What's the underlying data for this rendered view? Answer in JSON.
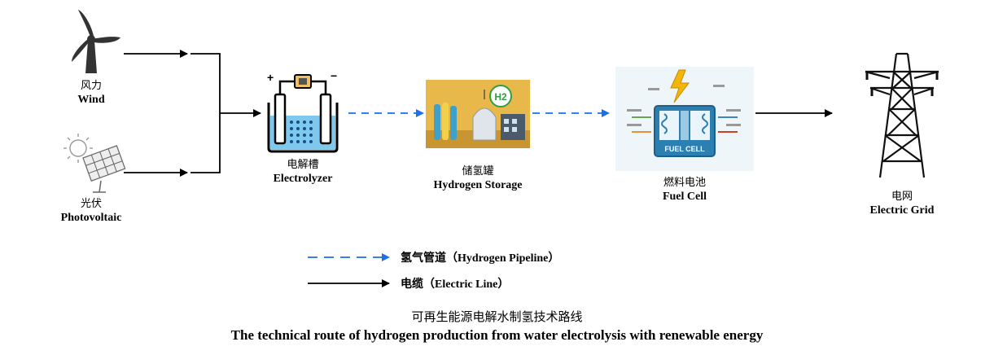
{
  "nodes": {
    "wind": {
      "zh": "风力",
      "en": "Wind"
    },
    "photovoltaic": {
      "zh": "光伏",
      "en": "Photovoltaic"
    },
    "electrolyzer": {
      "zh": "电解槽",
      "en": "Electrolyzer"
    },
    "storage": {
      "zh": "储氢罐",
      "en": "Hydrogen Storage",
      "badge": "H2"
    },
    "fuel_cell": {
      "zh": "燃料电池",
      "en": "Fuel Cell",
      "panel": "FUEL CELL"
    },
    "grid": {
      "zh": "电网",
      "en": "Electric Grid"
    }
  },
  "legend": {
    "pipeline": "氢气管道（Hydrogen Pipeline）",
    "cable": "电缆（Electric Line）"
  },
  "title": {
    "zh": "可再生能源电解水制氢技术路线",
    "en": "The technical route of hydrogen production from water electrolysis with renewable energy"
  },
  "colors": {
    "pipeline": "#1f6fe6",
    "electric": "#000000",
    "water": "#7ec8ee",
    "bolt": "#f2b705"
  }
}
